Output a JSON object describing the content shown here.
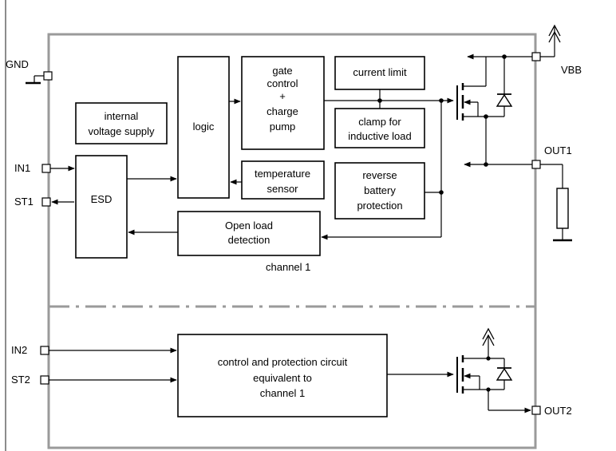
{
  "pins": {
    "gnd": "GND",
    "in1": "IN1",
    "st1": "ST1",
    "in2": "IN2",
    "st2": "ST2",
    "vbb": "VBB",
    "out1": "OUT1",
    "out2": "OUT2"
  },
  "blocks": {
    "internal_supply": [
      "internal",
      "voltage supply"
    ],
    "esd": "ESD",
    "logic": "logic",
    "gate_control": [
      "gate",
      "control",
      "+",
      "charge",
      "pump"
    ],
    "temperature_sensor": [
      "temperature",
      "sensor"
    ],
    "current_limit": "current limit",
    "clamp": [
      "clamp for",
      "inductive load"
    ],
    "reverse_battery": [
      "reverse",
      "battery",
      "protection"
    ],
    "open_load": [
      "Open load",
      "detection"
    ],
    "control_protection": [
      "control and protection circuit",
      "equivalent to",
      "channel 1"
    ]
  },
  "labels": {
    "channel1": "channel 1"
  },
  "colors": {
    "chip_outline": "#9a9a9a",
    "ink": "#000000"
  }
}
